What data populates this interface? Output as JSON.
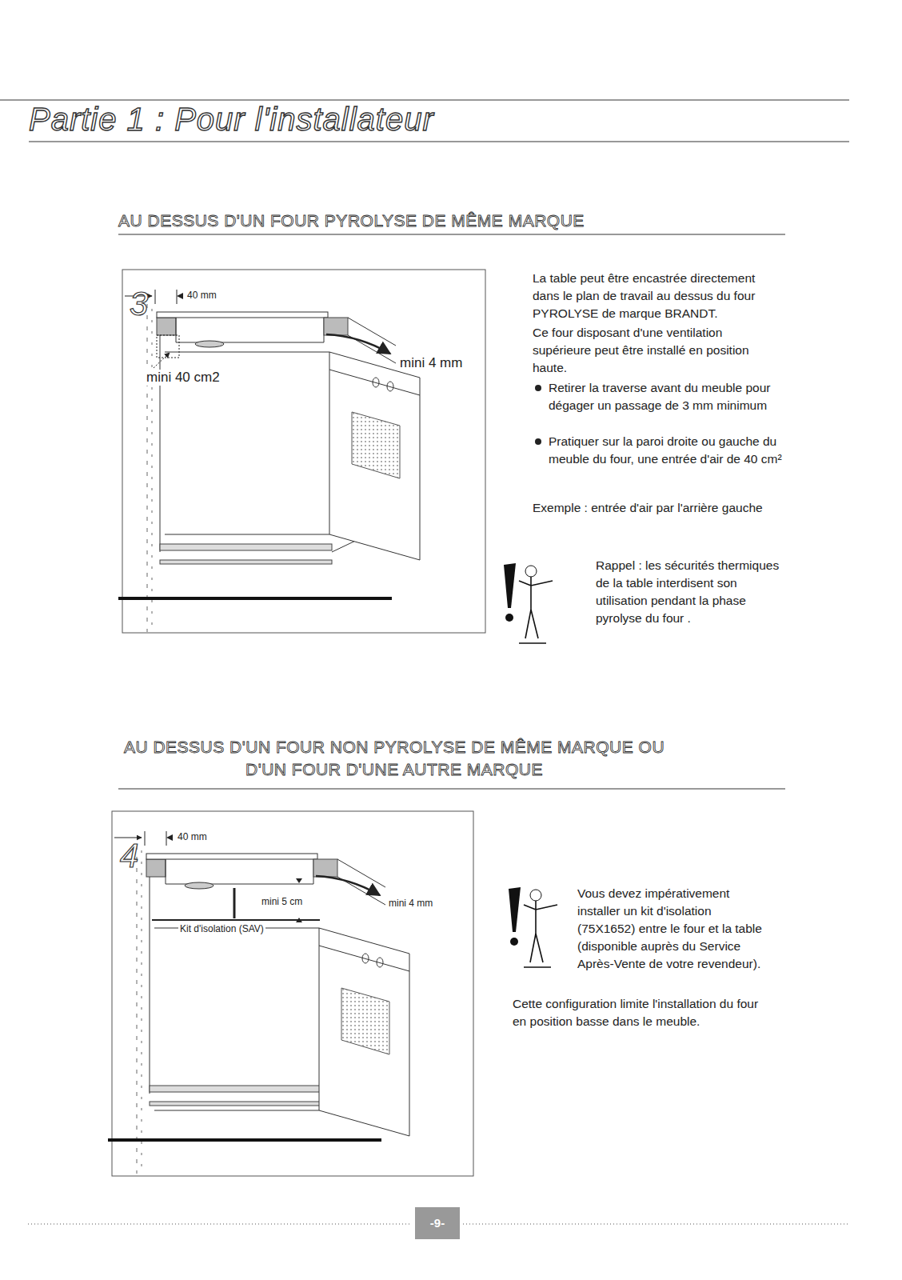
{
  "diagram": {
    "title": "Partie 1 : Pour l'installateur",
    "labels": [
      "AU DESSUS D'UN FOUR PYROLYSE DE MÊME MARQUE",
      "3",
      "40 mm",
      "mini 4 mm",
      "mini 40 cm2",
      "La table peut être encastrée directement dans le plan de travail au dessus du four PYROLYSE de marque BRANDT.",
      "Ce four disposant d'une ventilation supérieure peut être installé en position haute.",
      "Retirer la traverse avant du meuble pour dégager un passage de 3 mm minimum",
      "Pratiquer sur la paroi droite ou gauche du meuble du four, une entrée d'air de 40 cm²",
      "Exemple : entrée d'air par l'arrière gauche",
      "Rappel : les sécurités thermiques de la table interdisent son utilisation pendant la phase pyrolyse du four .",
      "AU DESSUS D'UN FOUR NON PYROLYSE DE MÊME MARQUE OU D'UN FOUR D'UNE AUTRE MARQUE",
      "4",
      "40 mm",
      "mini 5 cm",
      "mini 4 mm",
      "Kit d'isolation (SAV)",
      "Vous devez impérativement installer un kit d'isolation (75X1652) entre le four et la table (disponible auprès du Service Après-Vente de votre revendeur).",
      "Cette configuration limite l'installation du four en position basse dans le meuble.",
      "-9-"
    ]
  }
}
